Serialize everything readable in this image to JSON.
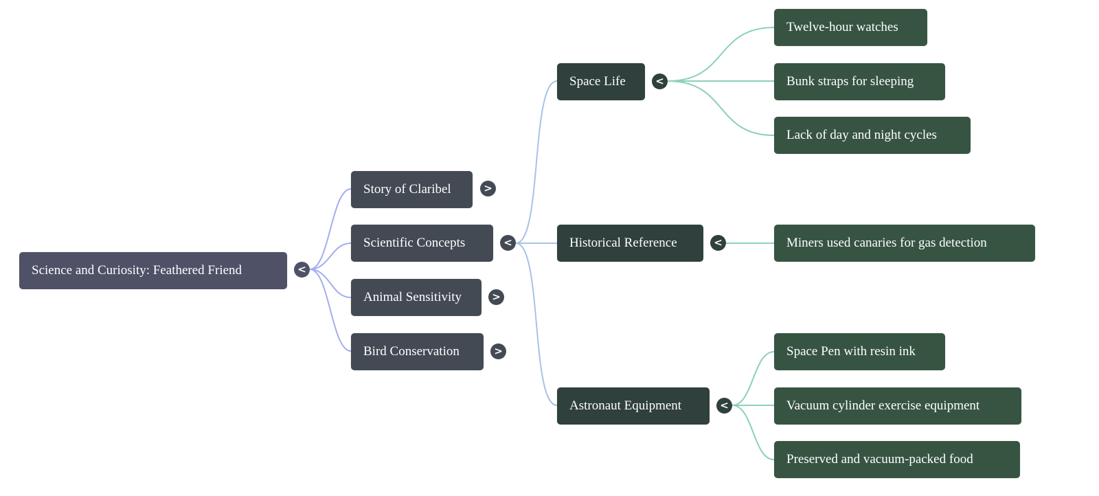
{
  "mindmap": {
    "root": {
      "label": "Science and Curiosity: Feathered Friend",
      "toggle": "<",
      "toggle_state": "expanded",
      "children": [
        {
          "label": "Story of Claribel",
          "toggle": ">",
          "toggle_state": "collapsed"
        },
        {
          "label": "Scientific Concepts",
          "toggle": "<",
          "toggle_state": "expanded",
          "children": [
            {
              "label": "Space Life",
              "toggle": "<",
              "toggle_state": "expanded",
              "children": [
                {
                  "label": "Twelve-hour watches"
                },
                {
                  "label": "Bunk straps for sleeping"
                },
                {
                  "label": "Lack of day and night cycles"
                }
              ]
            },
            {
              "label": "Historical Reference",
              "toggle": "<",
              "toggle_state": "expanded",
              "children": [
                {
                  "label": "Miners used canaries for gas detection"
                }
              ]
            },
            {
              "label": "Astronaut Equipment",
              "toggle": "<",
              "toggle_state": "expanded",
              "children": [
                {
                  "label": "Space Pen with resin ink"
                },
                {
                  "label": "Vacuum cylinder exercise equipment"
                },
                {
                  "label": "Preserved and vacuum-packed food"
                }
              ]
            }
          ]
        },
        {
          "label": "Animal Sensitivity",
          "toggle": ">",
          "toggle_state": "collapsed"
        },
        {
          "label": "Bird Conservation",
          "toggle": ">",
          "toggle_state": "collapsed"
        }
      ]
    },
    "colors": {
      "root_fill": "#4f5166",
      "level1_fill": "#434a54",
      "level2_fill": "#2f403d",
      "level3_fill": "#375443",
      "edge_level1": "#a3acf0",
      "edge_level2": "#a7c3e6",
      "edge_level3": "#8ccfbd"
    }
  }
}
